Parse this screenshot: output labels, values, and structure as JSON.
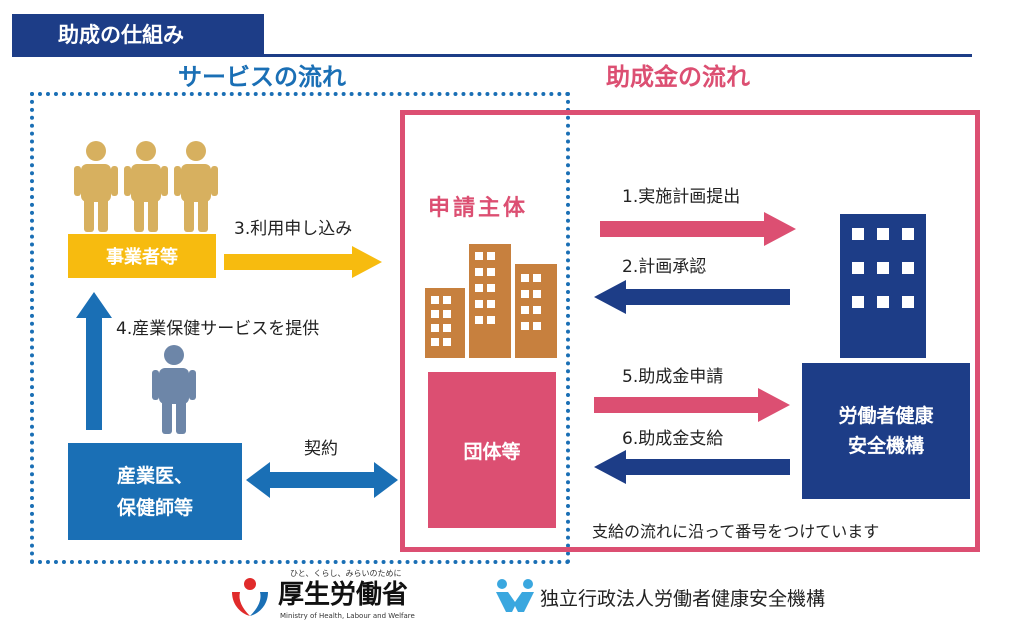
{
  "header": {
    "title": "助成の仕組み"
  },
  "sections": {
    "service_flow": "サービスの流れ",
    "money_flow": "助成金の流れ"
  },
  "nodes": {
    "employers": "事業者等",
    "applicant": "申請主体",
    "group": "団体等",
    "doctors_line1": "産業医、",
    "doctors_line2": "保健師等",
    "agency_line1": "労働者健康",
    "agency_line2": "安全機構"
  },
  "flows": {
    "step1": "1.実施計画提出",
    "step2": "2.計画承認",
    "step3": "3.利用申し込み",
    "step4": "4.産業保健サービスを提供",
    "step5": "5.助成金申請",
    "step6": "6.助成金支給",
    "contract": "契約"
  },
  "note": "支給の流れに沿って番号をつけています",
  "footer": {
    "ministry_tagline": "ひと、くらし、みらいのために",
    "ministry_name": "厚生労働省",
    "ministry_english": "Ministry of Health, Labour and Welfare",
    "agency_name": "独立行政法人労働者健康安全機構"
  },
  "colors": {
    "navy": "#1d3d87",
    "blue": "#1a6fb5",
    "pink": "#dc4f72",
    "yellow": "#f7bb0f",
    "brown": "#c7803e",
    "person_gold": "#d7b05f",
    "person_blue": "#6d86a8"
  },
  "icons": [
    "people-icon",
    "person-icon",
    "office-building-icon",
    "agency-building-icon",
    "mhlw-logo-icon",
    "johas-logo-icon"
  ]
}
